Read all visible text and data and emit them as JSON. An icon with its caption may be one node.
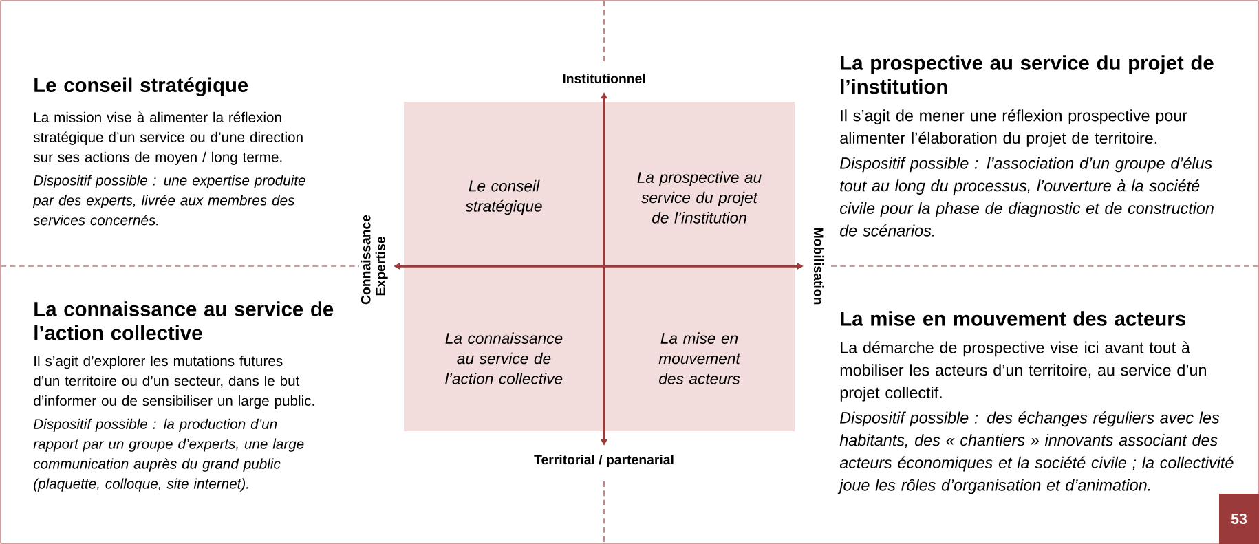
{
  "diagram": {
    "nodes": [
      {
        "text": [
          "53"
        ]
      }
    ],
    "labels": [
      "Le conseil stratégique",
      "La mission vise à alimenter la réflexion stratégique d’un service ou d’une direction sur ses actions de moyen / long terme.",
      "Dispositif possible : une expertise produite par des experts, livrée aux membres des services concernés.",
      "Institutionnel",
      "La prospective au service du projet de l’institution",
      "Il s’agit de mener une réflexion prospective pour alimenter l’élaboration du projet de territoire.",
      "Dispositif possible : l’association d’un groupe d’élus tout au long du processus, l’ouverture à la société civile pour la phase de diagnostic et de construction de scénarios.",
      "Connaissance Expertise",
      "Mobilisation",
      "La connaissance au service de l’action collective",
      "Il s’agit d’explorer les mutations futures d’un territoire ou d’un secteur, dans le but d’informer ou de sensibiliser un large public.",
      "Dispositif possible : la production d’un rapport par un groupe d’experts, une large communication auprès du grand public (plaquette, colloque, site internet).",
      "La mise en mouvement des acteurs",
      "La démarche de prospective vise ici avant tout à mobiliser les acteurs d’un territoire, au service d’un projet collectif.",
      "Dispositif possible : des échanges réguliers avec les habitants, des « chantiers » innovants associant des acteurs économiques et la société civile ; la collectivité joue les rôles d’organisation et d’animation.",
      "Territorial / partenarial",
      "Le conseil stratégique",
      "La prospective au service du projet de l’institution",
      "La connaissance au service de l’action collective",
      "La mise en mouvement des acteurs"
    ]
  }
}
